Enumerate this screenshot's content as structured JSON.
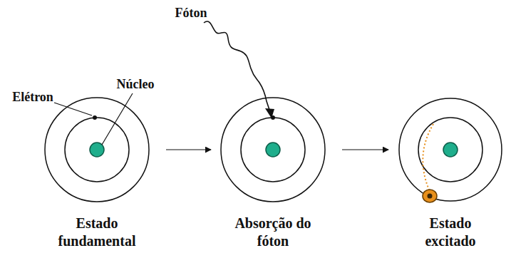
{
  "diagram": {
    "nodes": [
      {
        "text": [
          "Estado fundamental"
        ]
      },
      {
        "text": [
          "Absorção do fóton"
        ]
      },
      {
        "text": [
          "Estado excitado"
        ]
      }
    ],
    "edges": [
      {
        "from": 0,
        "to": 1,
        "arrow": "to"
      },
      {
        "from": 1,
        "to": 2,
        "arrow": "to"
      }
    ],
    "labels": [
      "Fóton",
      "Elétron",
      "Núcleo"
    ]
  }
}
